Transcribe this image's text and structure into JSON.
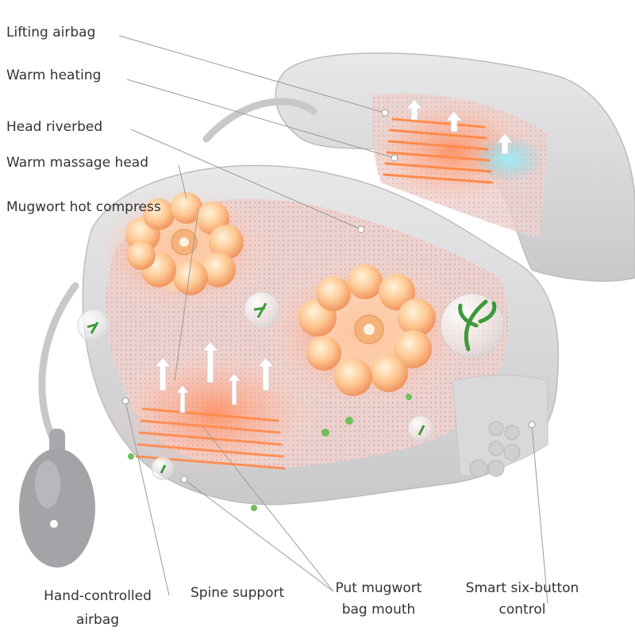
{
  "labels": {
    "lifting_airbag": "Lifting airbag",
    "warm_heating": "Warm heating",
    "head_riverbed": "Head riverbed",
    "warm_massage_head": "Warm massage head",
    "mugwort_hot_compress": "Mugwort hot compress",
    "hand_controlled_airbag": [
      "Hand-controlled",
      "airbag"
    ],
    "spine_support": "Spine support",
    "put_mugwort_bag_mouth": [
      "Put mugwort",
      "bag mouth"
    ],
    "smart_six_button_control": [
      "Smart six-button",
      "control"
    ]
  },
  "icons": [
    "power-icon",
    "heat-icon",
    "mode-icon",
    "plant-leaf-icon",
    "arrow-up-icon"
  ],
  "colors": {
    "shell": "#d8d8da",
    "mesh": "#e6c9c6",
    "heat": "#ff7a4a",
    "glow": "#ffb49a",
    "airbag": "#6fd6e8",
    "leaf": "#3d9a3a"
  }
}
